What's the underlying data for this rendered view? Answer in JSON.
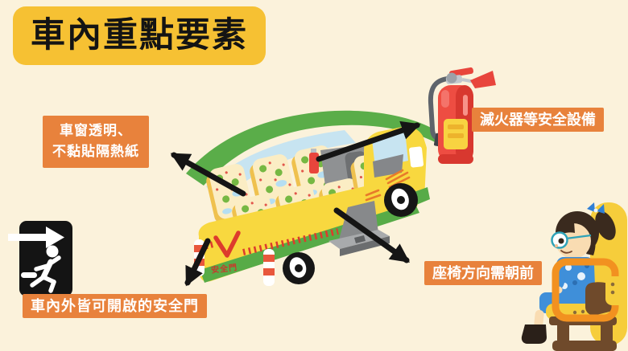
{
  "title": {
    "text": "車內重點要素"
  },
  "callouts": {
    "window": {
      "lines": [
        "車窗透明、",
        "不黏貼隔熱紙"
      ]
    },
    "equipment": {
      "text": "滅火器等安全設備"
    },
    "door": {
      "text": "車內外皆可開啟的安全門"
    },
    "seat": {
      "text": "座椅方向需朝前"
    }
  },
  "bus": {
    "rear_door_label": "安全門"
  },
  "icons": {
    "fire_extinguisher": "fire-extinguisher-icon",
    "emergency_exit": "emergency-exit-running-man-icon",
    "school_bus": "school-bus-cutaway-illustration",
    "child_on_seat": "child-on-forward-facing-seat-illustration",
    "arrows": "black-callout-arrows"
  },
  "colors": {
    "background": "#FBF2DB",
    "title_bg": "#F6C133",
    "title_text": "#141414",
    "callout_bg": "#E8823C",
    "callout_text": "#FFFFFF",
    "arrow": "#151515",
    "bus_body_yellow": "#F8D83F",
    "bus_roof_green": "#57AB47",
    "seat_cream": "#FBEDC4",
    "extinguisher_red": "#ED4C42",
    "exit_sign_black": "#141414"
  }
}
